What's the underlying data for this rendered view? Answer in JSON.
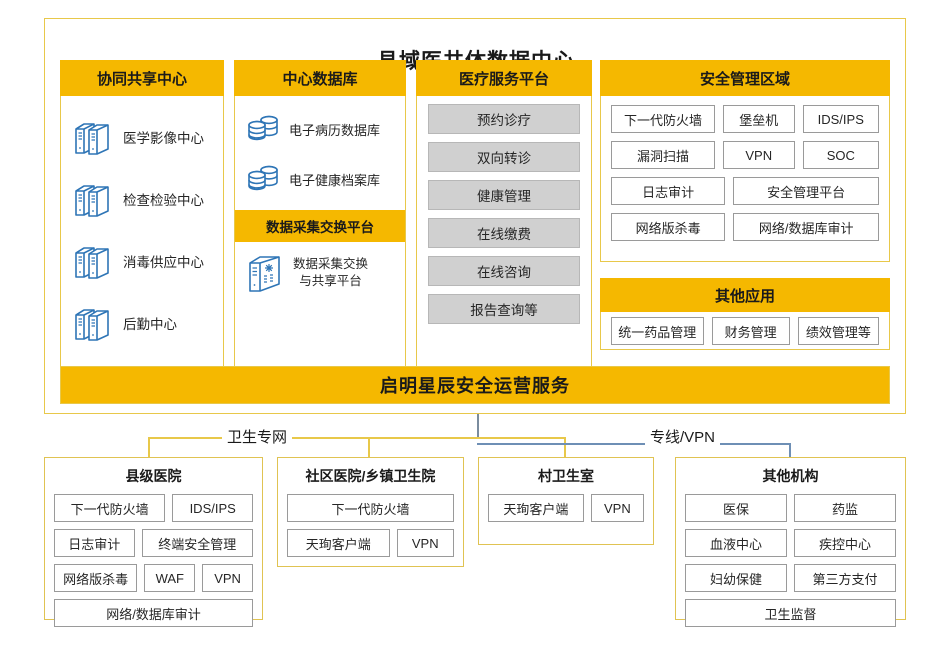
{
  "diagram": {
    "title": "县域医共体数据中心",
    "banner": "启明星辰安全运营服务",
    "accent_color": "#F5B800",
    "border_color": "#E8C84A",
    "icon_color": "#2E75B6",
    "chip_border": "#9a9a9a",
    "grey_fill": "#D0D0D0"
  },
  "columns": {
    "collab": {
      "header": "协同共享中心",
      "items": [
        {
          "icon": "server-stack-icon",
          "label": "医学影像中心"
        },
        {
          "icon": "server-stack-icon",
          "label": "检查检验中心"
        },
        {
          "icon": "server-stack-icon",
          "label": "消毒供应中心"
        },
        {
          "icon": "server-stack-icon",
          "label": "后勤中心"
        }
      ]
    },
    "central_db": {
      "header": "中心数据库",
      "items": [
        {
          "icon": "database-icon",
          "label": "电子病历数据库"
        },
        {
          "icon": "database-icon",
          "label": "电子健康档案库"
        }
      ],
      "sub_header": "数据采集交换平台",
      "platform": {
        "icon": "server-tower-icon",
        "line1": "数据采集交换",
        "line2": "与共享平台"
      }
    },
    "medical_service": {
      "header": "医疗服务平台",
      "items": [
        "预约诊疗",
        "双向转诊",
        "健康管理",
        "在线缴费",
        "在线咨询",
        "报告查询等"
      ]
    },
    "security_zone": {
      "header": "安全管理区域",
      "rows": [
        [
          "下一代防火墙",
          "堡垒机",
          "IDS/IPS"
        ],
        [
          "漏洞扫描",
          "VPN",
          "SOC"
        ],
        [
          "日志审计",
          "安全管理平台"
        ],
        [
          "网络版杀毒",
          "网络/数据库审计"
        ]
      ]
    },
    "other_apps": {
      "header": "其他应用",
      "items": [
        "统一药品管理",
        "财务管理",
        "绩效管理等"
      ]
    }
  },
  "connectors": {
    "left_label": "卫生专网",
    "right_label": "专线/VPN",
    "left_color": "#E8C84A",
    "right_color": "#6E8FB5"
  },
  "institutions": [
    {
      "title": "县级医院",
      "rows": [
        [
          "下一代防火墙",
          "IDS/IPS"
        ],
        [
          "日志审计",
          "终端安全管理"
        ],
        [
          "网络版杀毒",
          "WAF",
          "VPN"
        ],
        [
          "网络/数据库审计"
        ]
      ]
    },
    {
      "title": "社区医院/乡镇卫生院",
      "rows": [
        [
          "下一代防火墙"
        ],
        [
          "天珣客户端",
          "VPN"
        ]
      ]
    },
    {
      "title": "村卫生室",
      "rows": [
        [
          "天珣客户端",
          "VPN"
        ]
      ]
    },
    {
      "title": "其他机构",
      "rows": [
        [
          "医保",
          "药监"
        ],
        [
          "血液中心",
          "疾控中心"
        ],
        [
          "妇幼保健",
          "第三方支付"
        ],
        [
          "卫生监督"
        ]
      ]
    }
  ]
}
